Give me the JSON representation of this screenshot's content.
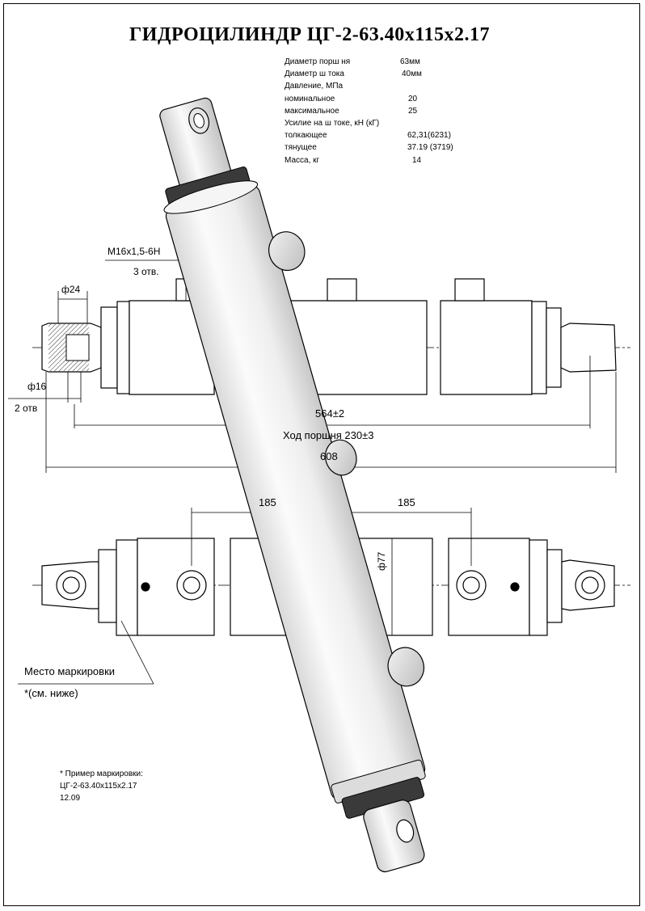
{
  "title": "ГИДРОЦИЛИНДР  ЦГ-2-63.40х115х2.17",
  "specs": [
    {
      "label": "Диаметр порш ня",
      "value": "63мм"
    },
    {
      "label": "Диаметр ш тока",
      "value": "40мм"
    },
    {
      "label": "Давление, МПа",
      "value": ""
    },
    {
      "label": "номинальное",
      "value": "20"
    },
    {
      "label": "максимальное",
      "value": "25"
    },
    {
      "label": "Усилие на ш токе, кН  (кГ)",
      "value": ""
    },
    {
      "label": "толкающее",
      "value": "62,31(6231)"
    },
    {
      "label": "тянущее",
      "value": "37.19 (3719)"
    },
    {
      "label": "Масса, кг",
      "value": "14"
    }
  ],
  "dimensions": {
    "thread": "М16х1,5-6Н",
    "thread_holes": "3 отв.",
    "pin_diameter": "ф24",
    "hole_diameter": "ф16",
    "hole_count": "2 отв",
    "center_distance": "564±2",
    "stroke": "Ход поршня  230±3",
    "overall_length": "608",
    "spacing_left": "185",
    "spacing_right": "185",
    "cylinder_diameter": "ф77"
  },
  "marking": {
    "label": "Место маркировки",
    "note": "*(см. ниже)"
  },
  "example": {
    "heading": "* Пример маркировки:",
    "code": "ЦГ-2-63.40х115х2.17",
    "date": "12.09"
  },
  "colors": {
    "line": "#000000",
    "cylinder_fill": "#efefef",
    "seal_dark": "#3a3a3a",
    "background": "#ffffff"
  }
}
